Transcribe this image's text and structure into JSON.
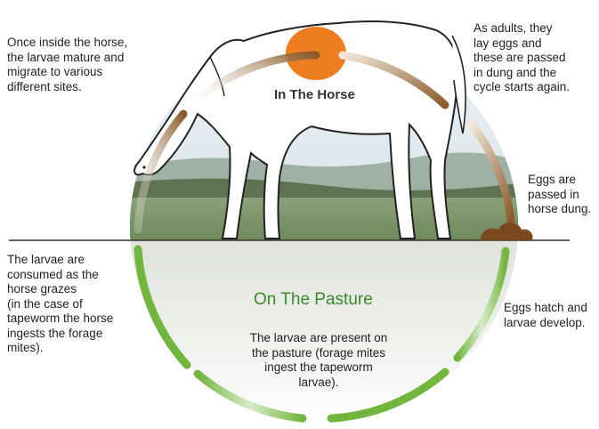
{
  "sections": {
    "horse_title": "In The Horse",
    "pasture_title": "On The Pasture"
  },
  "steps": {
    "mature": "Once inside the horse,\nthe larvae mature and\nmigrate to various\ndifferent sites.",
    "adults": "As adults, they\nlay eggs and\nthese are passed\nin  dung and the\ncycle starts again.",
    "eggs_passed": "Eggs are\npassed in\nhorse dung.",
    "hatch": "Eggs hatch and\nlarvae develop.",
    "consumed": "The larvae are\nconsumed as the\nhorse grazes\n(in the case of\ntapeworm the horse\ningests the forage\nmites).",
    "present": "The larvae are present on\nthe pasture (forage mites\ningest the tapeworm\nlarvae)."
  },
  "colors": {
    "green_arc": "#72b63e",
    "brown_arc": "#8a5a2a",
    "orange_spot": "#ef7d22",
    "ground_line": "#333333"
  }
}
